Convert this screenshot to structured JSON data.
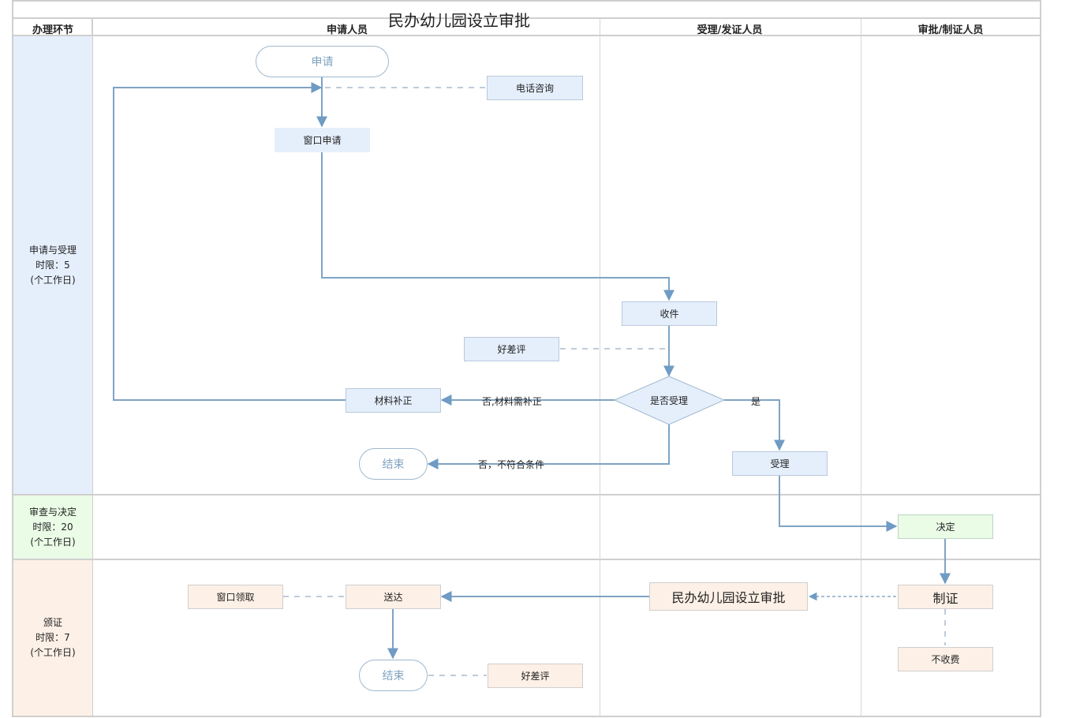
{
  "diagram": {
    "title": "民办幼儿园设立审批",
    "columns": {
      "stage": "办理环节",
      "applicant": "申请人员",
      "acceptance": "受理/发证人员",
      "approval": "审批/制证人员"
    },
    "phases": [
      {
        "name": "申请与受理",
        "limit": "时限：5",
        "unit": "(个工作日)"
      },
      {
        "name": "审查与决定",
        "limit": "时限：20",
        "unit": "(个工作日)"
      },
      {
        "name": "颁证",
        "limit": "时限：7",
        "unit": "(个工作日)"
      }
    ],
    "nodes": {
      "start": "申请",
      "phone": "电话咨询",
      "window_apply": "窗口申请",
      "receive": "收件",
      "rating1": "好差评",
      "decision": "是否受理",
      "supplement": "材料补正",
      "end1": "结束",
      "accept": "受理",
      "decide": "决定",
      "certify": "制证",
      "no_fee": "不收费",
      "certificate": "民办幼儿园设立审批",
      "deliver": "送达",
      "window_pickup": "窗口领取",
      "end2": "结束",
      "rating2": "好差评"
    },
    "edge_labels": {
      "no_supplement": "否,材料需补正",
      "no_ineligible": "否，不符合条件",
      "yes": "是"
    },
    "colors": {
      "flow_line": "#6f9bc4",
      "dashed_line": "#a9bccd",
      "phase1_bg": "#e5effc",
      "phase2_bg": "#eafbe6",
      "phase3_bg": "#fdf0e6"
    }
  }
}
